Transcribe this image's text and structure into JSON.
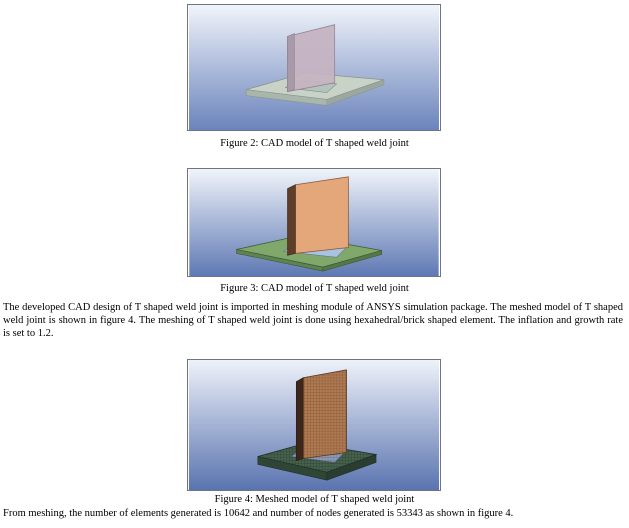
{
  "figures": [
    {
      "id": "fig2",
      "caption": "Figure 2: CAD model of T shaped weld joint"
    },
    {
      "id": "fig3",
      "caption": "Figure 3: CAD model of T shaped weld joint"
    },
    {
      "id": "fig4",
      "caption": "Figure 4: Meshed model of T shaped weld joint"
    }
  ],
  "body": {
    "paragraph": "The developed CAD design of T shaped weld joint is imported in meshing module of ANSYS simulation package. The meshed model of T shaped weld joint is shown in figure 4. The meshing of T shaped weld joint is done using hexahedral/brick shaped element. The inflation and growth rate is set to 1.2.",
    "final_line": "From meshing, the number of elements generated is 10642 and number of nodes generated is 53343 as shown in figure 4."
  },
  "colors": {
    "viewport_top": "#f0f4fa",
    "viewport_bottom": "#5f79b4",
    "fig2_body": "#c8b8c4",
    "fig3_plate": "#e4a77a",
    "fig3_base": "#7fa86a",
    "fig3_weld": "#a9c2e0",
    "mesh_plate": "#b07a52",
    "mesh_base": "#46624e"
  }
}
